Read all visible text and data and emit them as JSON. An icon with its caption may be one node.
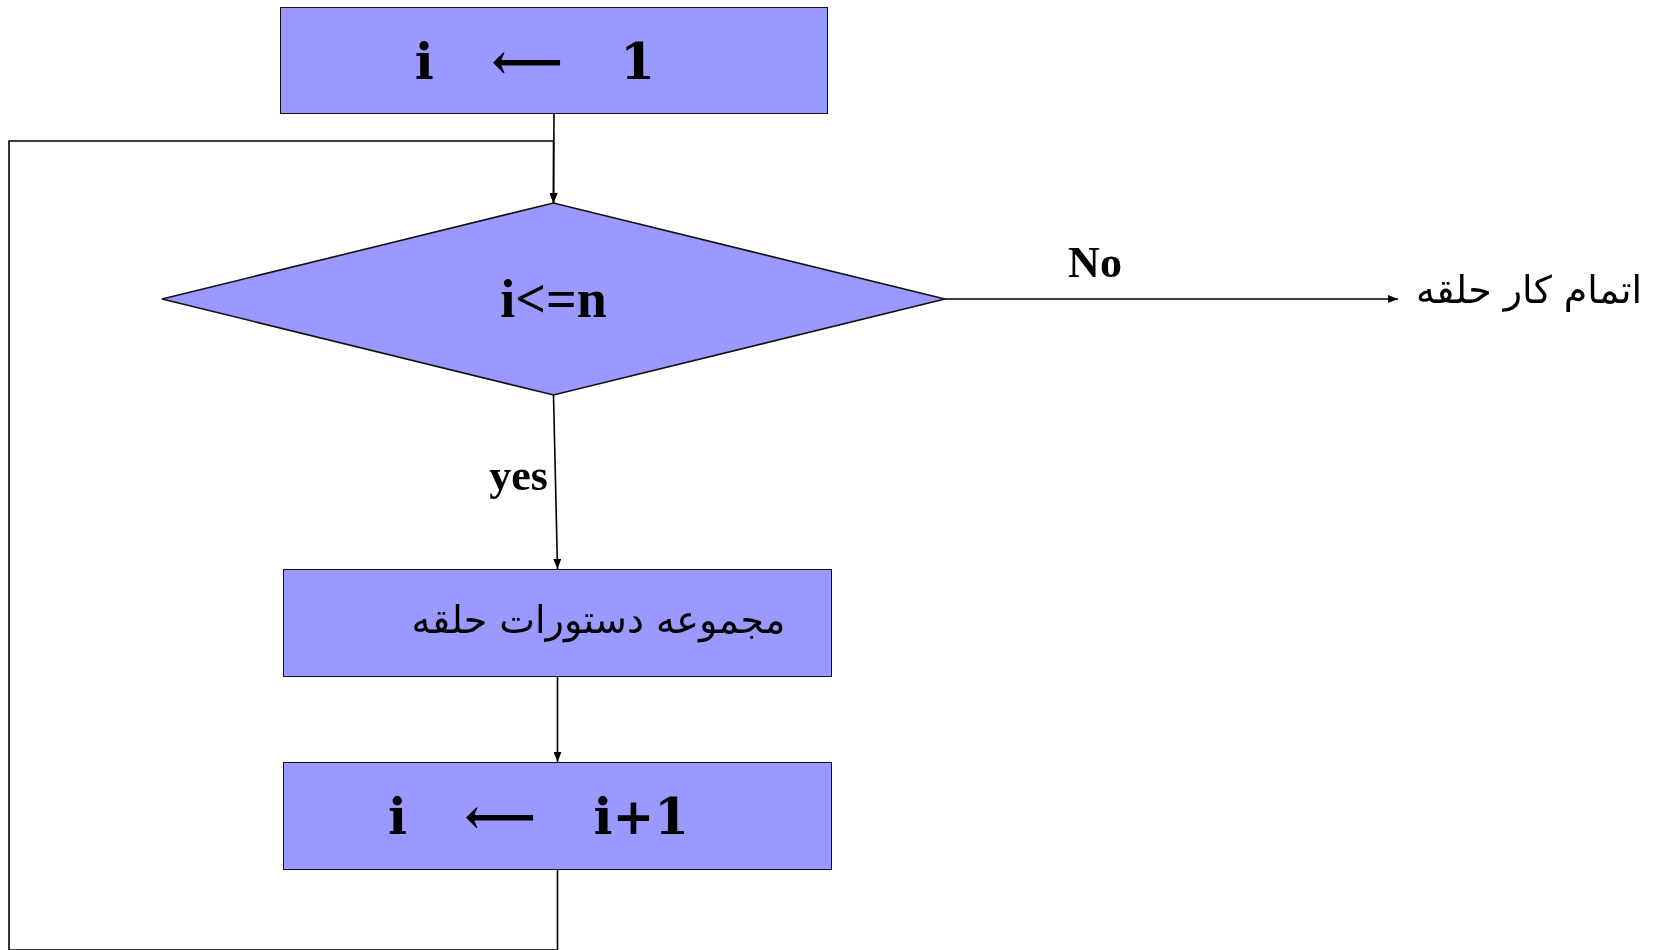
{
  "diagram": {
    "nodes": [
      {
        "text": [
          "i ⟵ 1"
        ]
      },
      {
        "text": [
          "i<=n"
        ]
      },
      {
        "text": [
          "مجموعه دستورات حلقه"
        ]
      },
      {
        "text": [
          "i ⟵ i+1"
        ]
      },
      {
        "text": [
          "اتمام کار حلقه"
        ]
      }
    ],
    "edges": [
      {
        "from": 0,
        "to": 1,
        "arrow": "to"
      },
      {
        "from": 1,
        "to": 2,
        "arrow": "to",
        "label": "yes"
      },
      {
        "from": 2,
        "to": 3,
        "arrow": "to"
      },
      {
        "from": 1,
        "to": 4,
        "arrow": "to",
        "label": "No"
      },
      {
        "from": 3,
        "to": 1,
        "arrow": "to"
      }
    ]
  }
}
